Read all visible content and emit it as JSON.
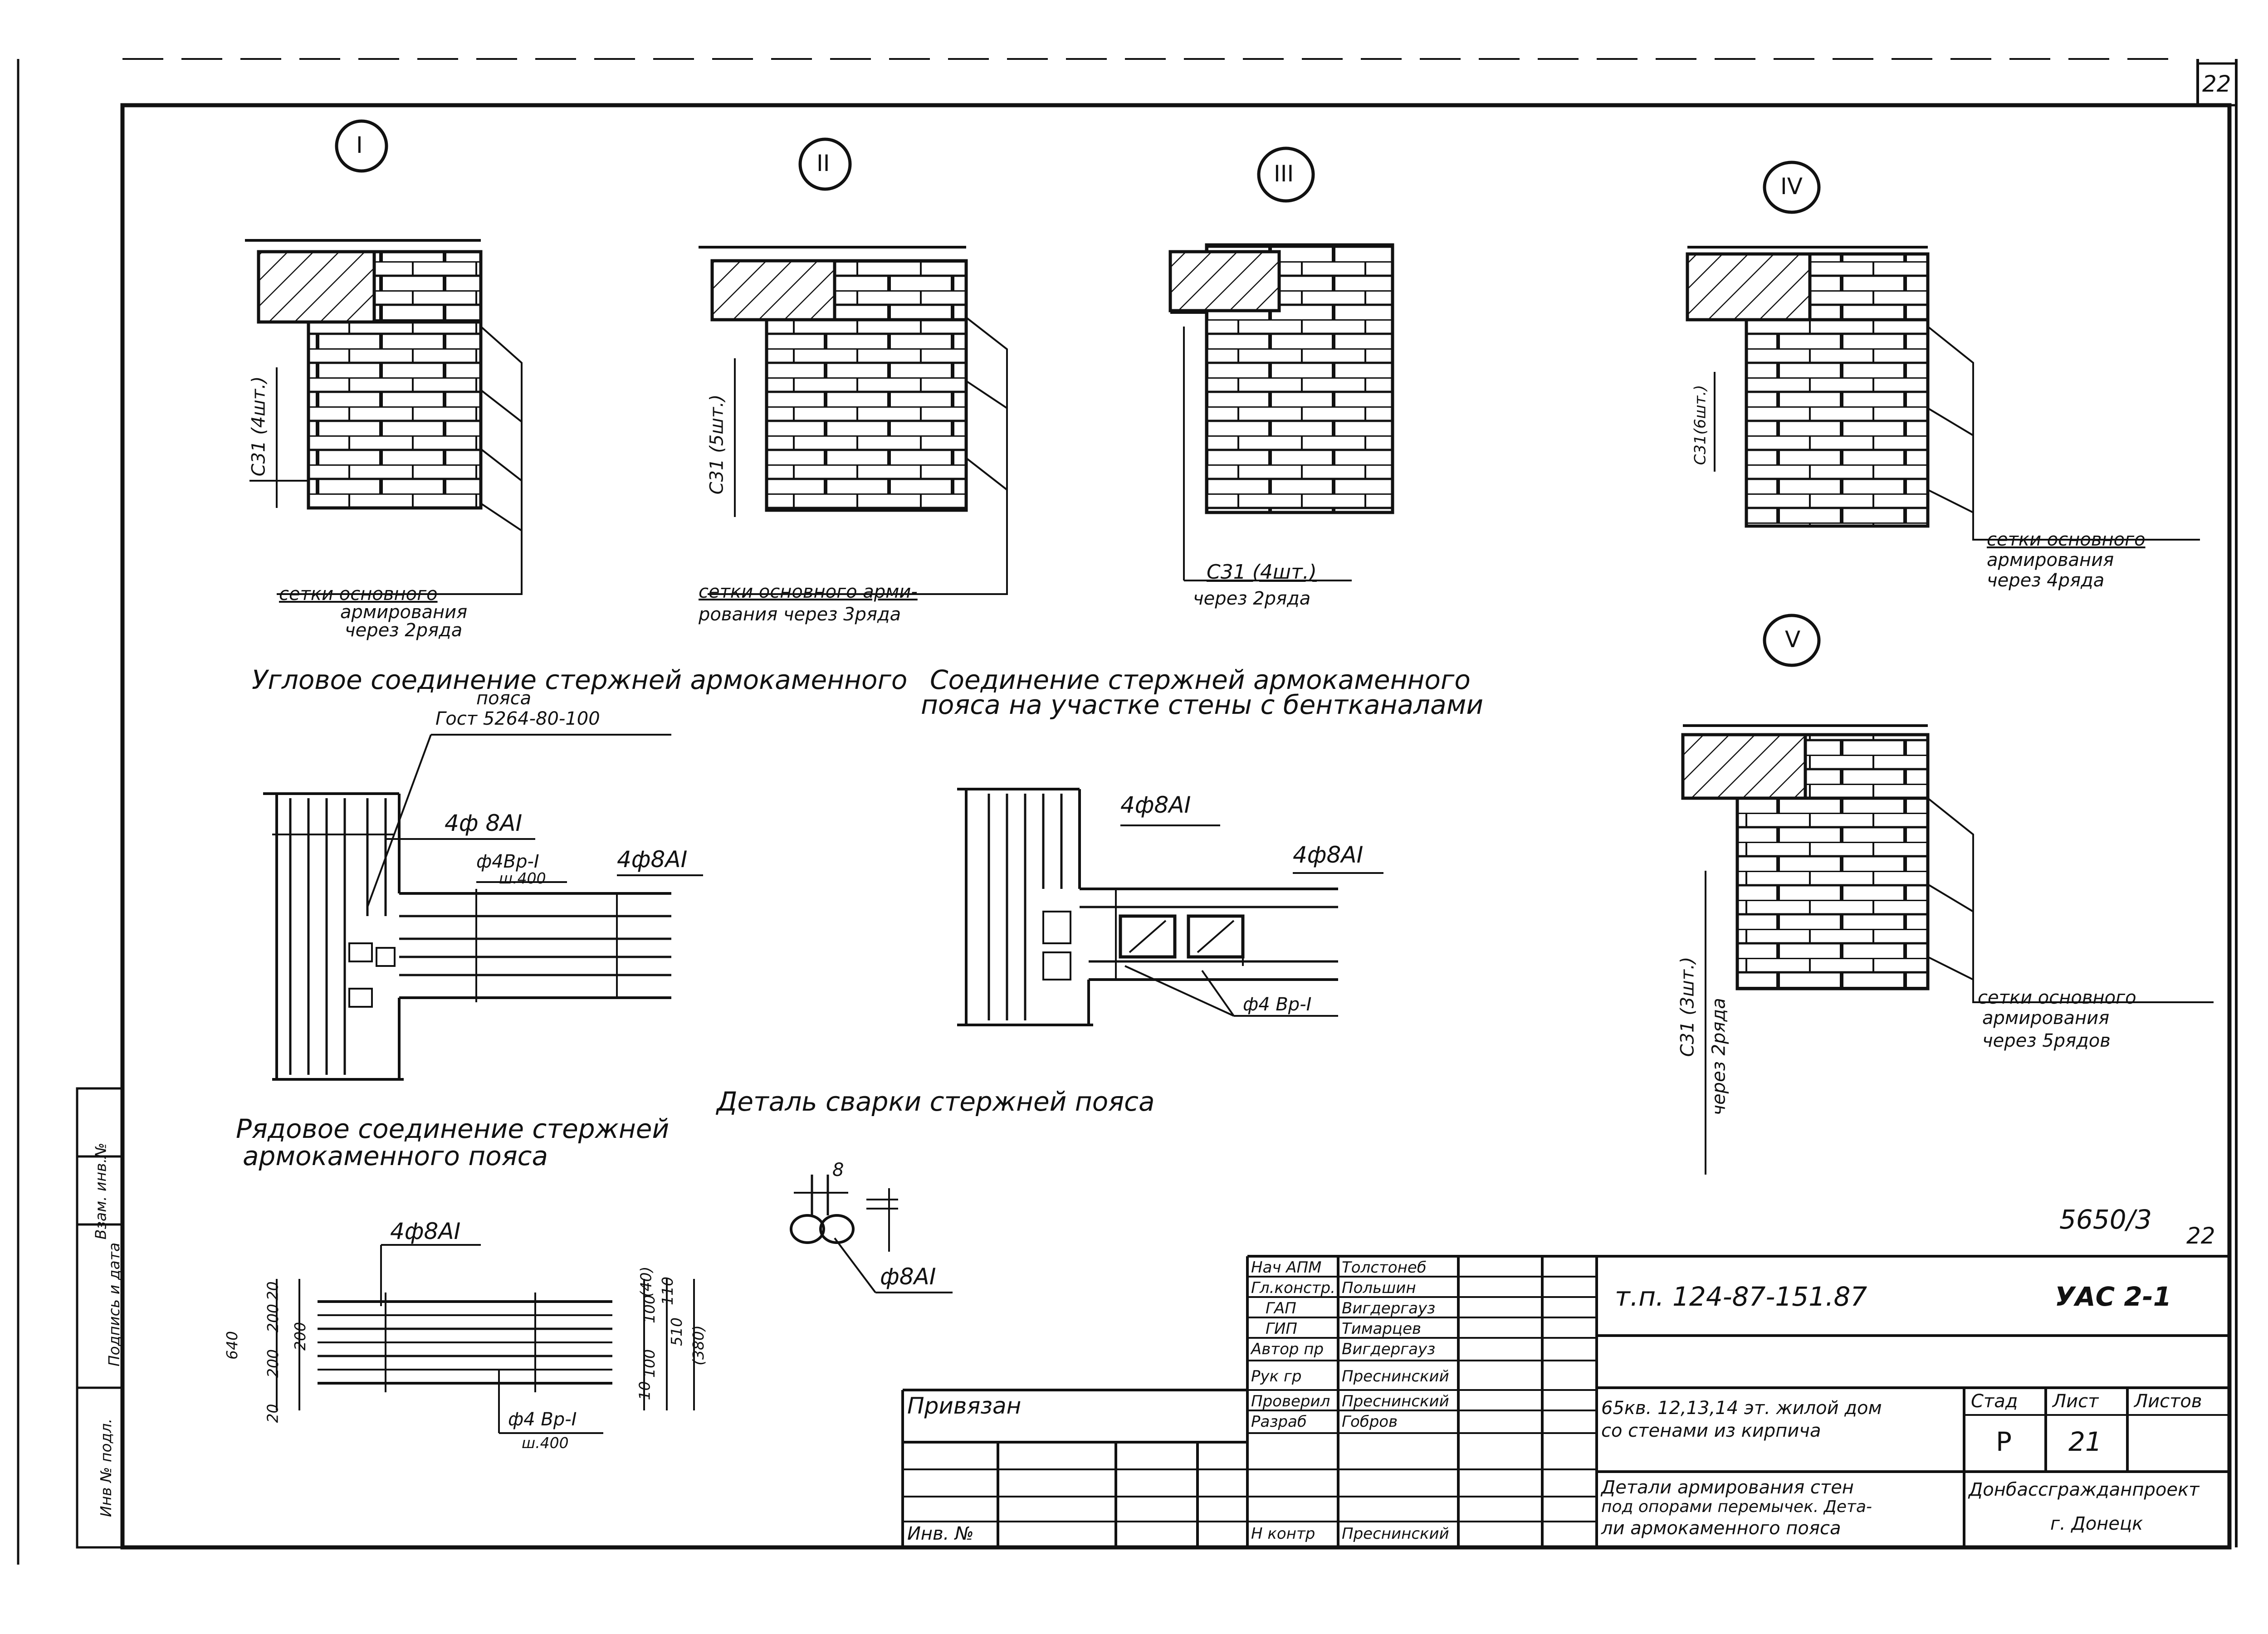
{
  "sheet": {
    "page_number": "22",
    "stamp_number": "5650/3",
    "stamp_page": "22"
  },
  "details": [
    {
      "marker": "I",
      "mesh_label": "С31 (4шт.)",
      "note": [
        "сетки основного",
        "армирования",
        "через 2ряда"
      ]
    },
    {
      "marker": "II",
      "mesh_label": "С31 (5шт.)",
      "note": [
        "сетки основного арми-",
        "рования через 3ряда"
      ]
    },
    {
      "marker": "III",
      "mesh_label": "С31 (4шт.)",
      "note": [
        "через 2ряда"
      ]
    },
    {
      "marker": "IV",
      "mesh_label": "С31(6шт.)",
      "note": [
        "сетки основного",
        "армирования",
        "через 4ряда"
      ]
    },
    {
      "marker": "V",
      "mesh_label": "С31 (3шт.)",
      "mesh_label_2": "через 2ряда",
      "note": [
        "сетки основного",
        "армирования",
        "через 5рядов"
      ]
    }
  ],
  "corner_joint": {
    "title": "Угловое соединение стержней армокаменного",
    "title_2": "пояса",
    "gost": "Гост 5264-80-100",
    "bar_top": "4ф 8АI",
    "bar_mid": "ф4Вр-I",
    "bar_mid_2": "ш.400",
    "bar_right": "4ф8АI"
  },
  "vent_joint": {
    "title": "Соединение стержней армокаменного",
    "title_2": "пояса на участке стены с бентканалами",
    "bar_top": "4ф8АI",
    "bar_right": "4ф8АI",
    "bar_bottom": "ф4 Вр-I"
  },
  "row_joint": {
    "title": "Рядовое соединение стержней",
    "title_2": "армокаменного пояса",
    "bar_top": "4ф8АI",
    "bar_bottom": "ф4 Вр-I",
    "bar_bottom_2": "ш.400",
    "dims_left": [
      "640",
      "20",
      "200",
      "200",
      "200",
      "20"
    ],
    "dims_right": [
      "(40)",
      "100",
      "100",
      "10",
      "510",
      "(380)",
      "110"
    ]
  },
  "weld_detail": {
    "title": "Деталь сварки стержней пояса",
    "dim_top": "8",
    "bar": "ф8АI"
  },
  "title_block": {
    "roles": [
      "Нач АПМ",
      "Гл.констр.",
      "ГАП",
      "ГИП",
      "Автор пр",
      "Рук гр",
      "Проверил",
      "Разраб",
      "",
      "",
      "Н контр"
    ],
    "names": [
      "Толстонеб",
      "Польшин",
      "Вигдергауз",
      "Тимарцев",
      "Вигдергауз",
      "Преснинский",
      "Преснинский",
      "Гобров",
      "",
      "",
      "Преснинский"
    ],
    "tied": "Привязан",
    "inv_no": "Инв. №",
    "code": "т.п. 124-87-151.87",
    "mark": "УАС 2-1",
    "project_1": "65кв. 12,13,14 эт. жилой дом",
    "project_2": "со стенами из кирпича",
    "stage_h": "Стад",
    "sheet_h": "Лист",
    "sheets_h": "Листов",
    "stage": "Р",
    "sheet": "21",
    "sheets": "",
    "desc_1": "Детали армирования стен",
    "desc_2": "под опорами перемычек. Дета-",
    "desc_3": "ли армокаменного пояса",
    "org": "Донбассгражданпроект",
    "city": "г. Донецк"
  },
  "side_stamp": [
    "Инв № подл.",
    "Подпись и дата",
    "Взам. инв.№"
  ]
}
